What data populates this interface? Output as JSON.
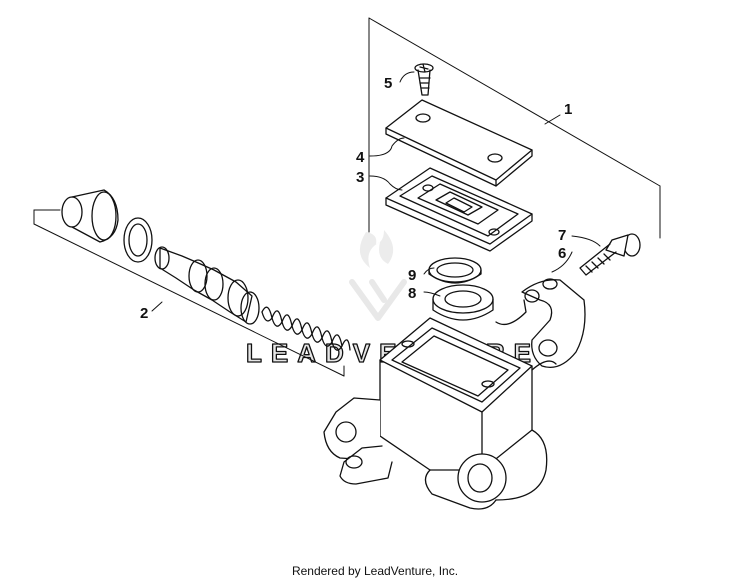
{
  "callouts": {
    "c1": "1",
    "c2": "2",
    "c3": "3",
    "c4": "4",
    "c5": "5",
    "c6": "6",
    "c7": "7",
    "c8": "8",
    "c9": "9"
  },
  "watermark": {
    "text": "LEADVENTURE"
  },
  "footer": {
    "text": "Rendered by LeadVenture, Inc."
  }
}
